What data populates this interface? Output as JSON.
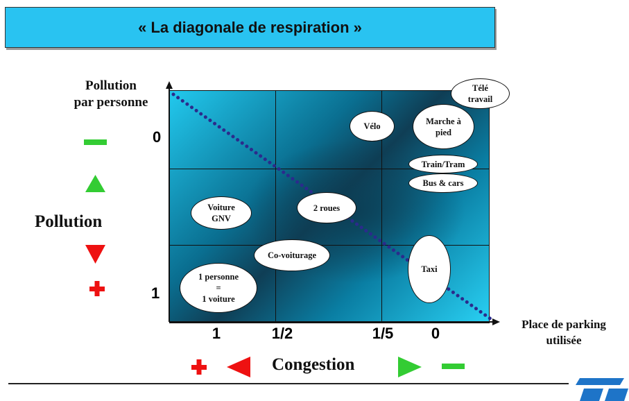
{
  "title": "« La diagonale de respiration »",
  "y_axis": {
    "label_line1": "Pollution",
    "label_line2": "par personne",
    "tick_top": "0",
    "tick_bottom": "1",
    "legend_word": "Pollution",
    "minus_sign_color": "#33cc33",
    "plus_sign_color": "#ee1111"
  },
  "x_axis": {
    "label_line1": "Place de parking",
    "label_line2": "utilisée",
    "ticks": [
      "1",
      "1/2",
      "1/5",
      "0"
    ],
    "legend_word": "Congestion"
  },
  "colors": {
    "title_bg": "#29c3f1",
    "arrow_green": "#33cc33",
    "arrow_red": "#ee1111",
    "diagonal": "#2b2b8c"
  },
  "modes": [
    {
      "id": "tele",
      "lines": [
        "Télé",
        "travail"
      ]
    },
    {
      "id": "velo",
      "lines": [
        "Vélo"
      ]
    },
    {
      "id": "marche",
      "lines": [
        "Marche à",
        "pied"
      ]
    },
    {
      "id": "train",
      "lines": [
        "Train/Tram"
      ]
    },
    {
      "id": "bus",
      "lines": [
        "Bus & cars"
      ]
    },
    {
      "id": "gnv",
      "lines": [
        "Voiture",
        "GNV"
      ]
    },
    {
      "id": "deuxroues",
      "lines": [
        "2 roues"
      ]
    },
    {
      "id": "covoit",
      "lines": [
        "Co-voiturage"
      ]
    },
    {
      "id": "taxi",
      "lines": [
        "Taxi"
      ]
    },
    {
      "id": "solo",
      "lines": [
        "1 personne",
        "=",
        "1 voiture"
      ]
    }
  ]
}
